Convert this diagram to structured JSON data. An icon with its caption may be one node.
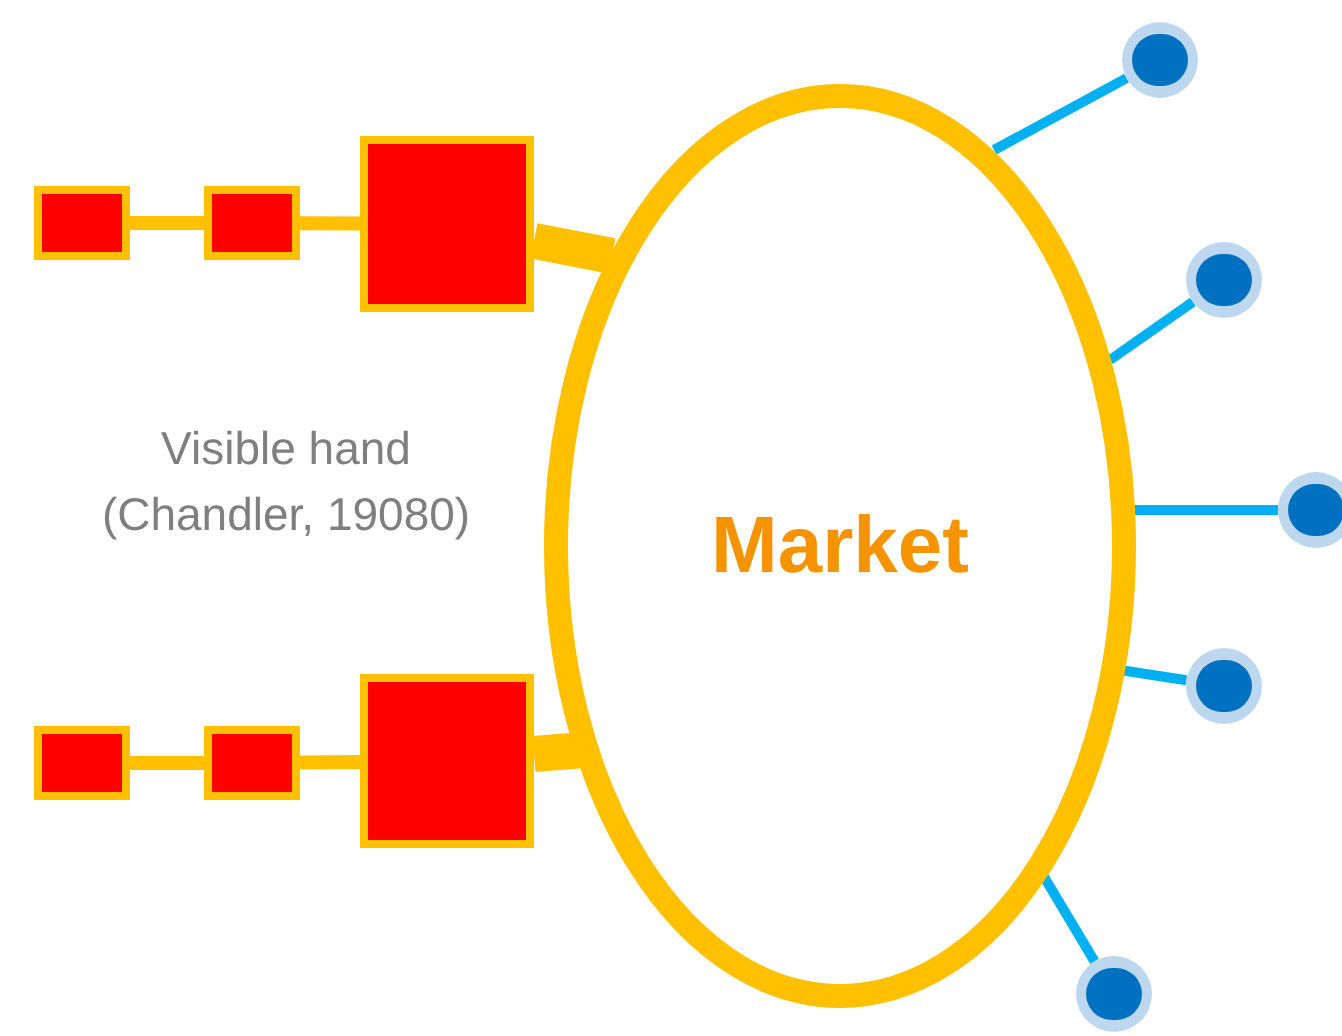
{
  "diagram": {
    "nodes": [
      {
        "text": [
          "Market"
        ]
      },
      {
        "text": [],
        "shape": "box"
      },
      {
        "text": [],
        "shape": "box"
      },
      {
        "text": [],
        "shape": "box"
      },
      {
        "text": [],
        "shape": "box"
      },
      {
        "text": [],
        "shape": "box"
      },
      {
        "text": [],
        "shape": "box"
      },
      {
        "text": [],
        "shape": "circle"
      },
      {
        "text": [],
        "shape": "circle"
      },
      {
        "text": [],
        "shape": "circle"
      },
      {
        "text": [],
        "shape": "circle"
      },
      {
        "text": [],
        "shape": "circle"
      }
    ],
    "edges": [
      {
        "from": 1,
        "to": 2,
        "arrow": "none"
      },
      {
        "from": 2,
        "to": 3,
        "arrow": "none"
      },
      {
        "from": 3,
        "to": 0,
        "arrow": "none",
        "style": "thick"
      },
      {
        "from": 4,
        "to": 5,
        "arrow": "none"
      },
      {
        "from": 5,
        "to": 6,
        "arrow": "none"
      },
      {
        "from": 6,
        "to": 0,
        "arrow": "none",
        "style": "thick"
      },
      {
        "from": 0,
        "to": 7,
        "arrow": "none",
        "color": "#00b0f0"
      },
      {
        "from": 0,
        "to": 8,
        "arrow": "none",
        "color": "#00b0f0"
      },
      {
        "from": 0,
        "to": 9,
        "arrow": "none",
        "color": "#00b0f0"
      },
      {
        "from": 0,
        "to": 10,
        "arrow": "none",
        "color": "#00b0f0"
      },
      {
        "from": 0,
        "to": 11,
        "arrow": "none",
        "color": "#00b0f0"
      }
    ],
    "labels": [
      "Visible hand (Chandler, 19080)"
    ]
  }
}
